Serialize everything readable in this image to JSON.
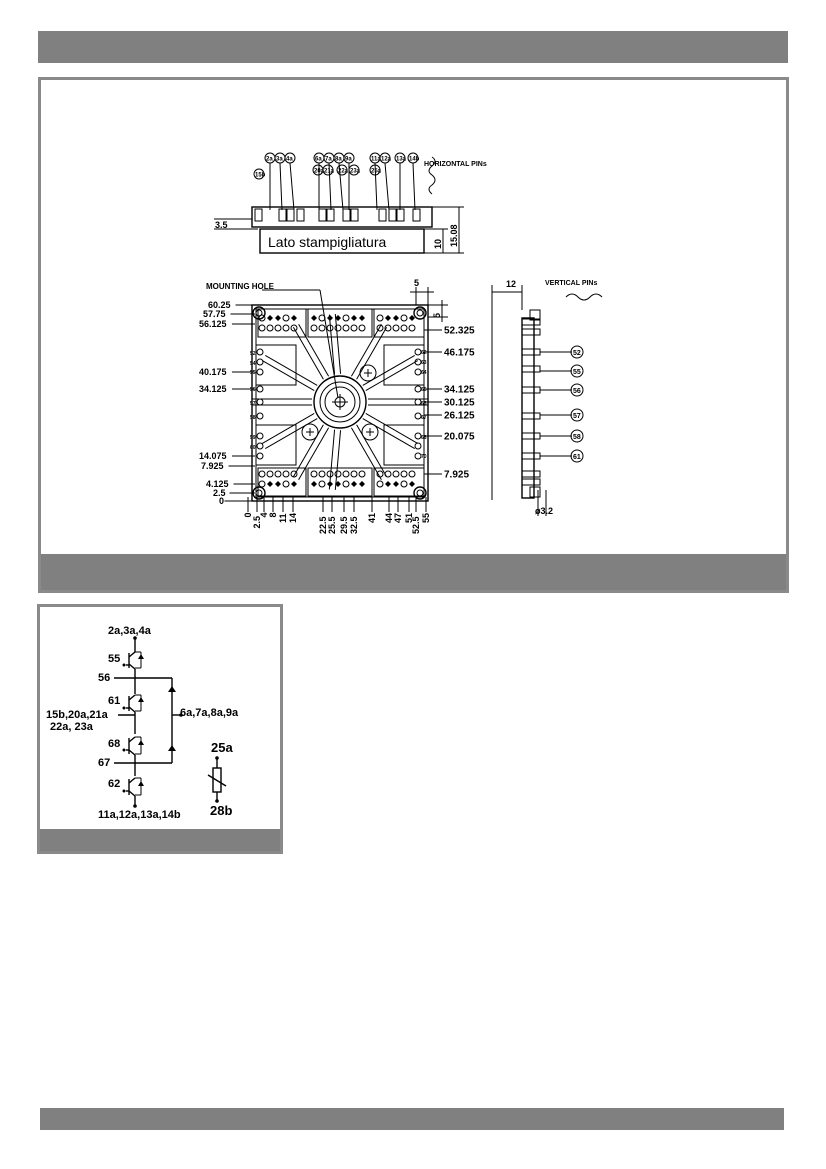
{
  "horizontal": {
    "title": "HORIZONTAL PINs",
    "stamp_label": "Lato stampigliatura",
    "pins_top": [
      "2a",
      "3a",
      "4a",
      "6a",
      "7a",
      "8a",
      "9a",
      "11a",
      "12a",
      "13a",
      "14b"
    ],
    "pins_second": [
      "15b",
      "20a",
      "21a",
      "22a",
      "23a",
      "25a"
    ],
    "dims": {
      "left": "3.5",
      "height1": "10",
      "height2": "15.08"
    }
  },
  "top_view": {
    "mounting_hole": "MOUNTING HOLE",
    "top_dims": [
      "5",
      "5"
    ],
    "left_dims": [
      "60.25",
      "57.75",
      "56.125",
      "40.175",
      "34.125",
      "14.075",
      "7.925",
      "4.125",
      "2.5",
      "0"
    ],
    "right_dims": [
      "52.325",
      "46.175",
      "34.125",
      "30.125",
      "26.125",
      "20.075",
      "7.925"
    ],
    "bottom_dims": [
      "0",
      "2.5",
      "4",
      "8",
      "11",
      "14",
      "22.5",
      "25.5",
      "29.5",
      "32.5",
      "41",
      "44",
      "47",
      "51",
      "52.5",
      "55"
    ],
    "left_pins": [
      "52",
      "54",
      "55",
      "56",
      "57",
      "58",
      "59",
      "60"
    ],
    "right_pins": [
      "62",
      "63",
      "64",
      "65",
      "66",
      "67",
      "68",
      "70"
    ]
  },
  "side_view": {
    "title": "VERTICAL PINs",
    "width_dim": "12",
    "diameter": "ø3.2",
    "pins": [
      "52",
      "55",
      "56",
      "57",
      "58",
      "61"
    ]
  },
  "schematic": {
    "top_label": "2a,3a,4a",
    "gate_labels": [
      "55",
      "61",
      "68",
      "62"
    ],
    "pin56": "56",
    "pin67": "67",
    "left_block": [
      "15b,20a,21a",
      "22a,  23a"
    ],
    "right_label": "6a,7a,8a,9a",
    "bottom_label": "11a,12a,13a,14b",
    "ntc_top": "25a",
    "ntc_bottom": "28b"
  }
}
